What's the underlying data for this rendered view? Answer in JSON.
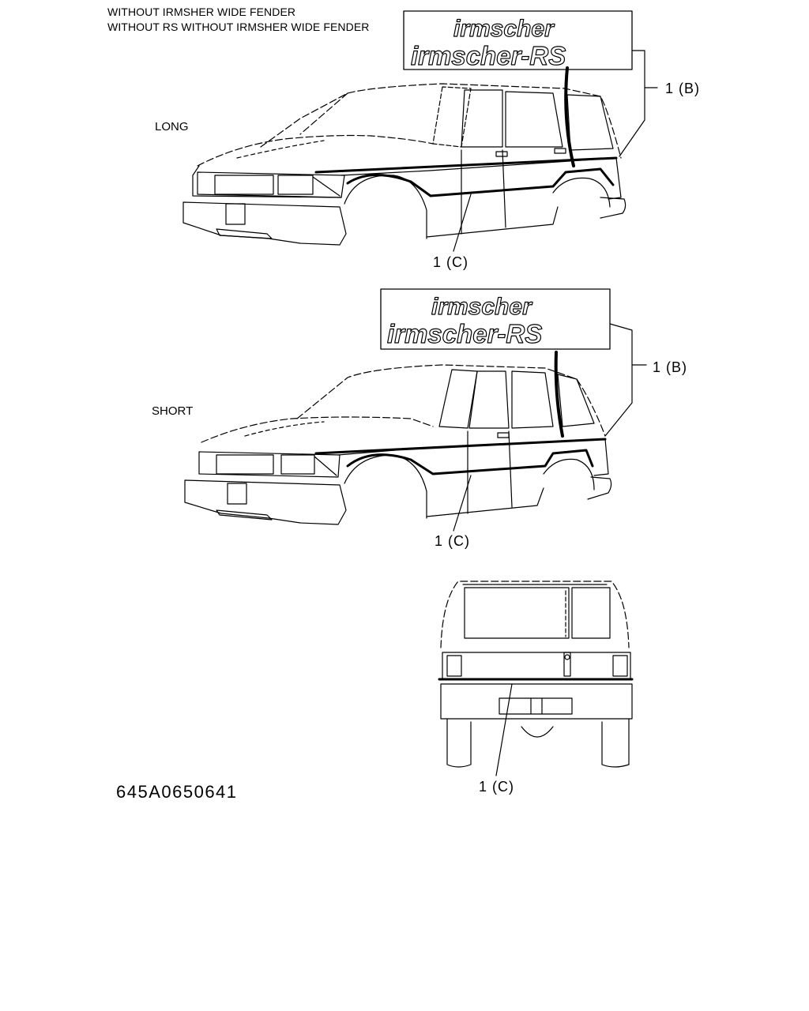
{
  "header": {
    "line1": "WITHOUT IRMSHER WIDE FENDER",
    "line2": "WITHOUT RS WITHOUT IRMSHER WIDE FENDER"
  },
  "views": {
    "long": {
      "label": "LONG",
      "badge_top": "irmscher",
      "badge_bottom": "irmscher-RS",
      "callout_b": "1 (B)",
      "callout_c": "1 (C)"
    },
    "short": {
      "label": "SHORT",
      "badge_top": "irmscher",
      "badge_bottom": "irmscher-RS",
      "callout_b": "1 (B)",
      "callout_c": "1 (C)"
    },
    "rear": {
      "callout_c": "1 (C)"
    }
  },
  "figure_number": "645A0650641",
  "icons": [
    "suv-side-view-long",
    "suv-side-view-short",
    "suv-rear-view",
    "irmscher-emblem"
  ],
  "colors": {
    "line": "#000000",
    "background": "#ffffff"
  }
}
